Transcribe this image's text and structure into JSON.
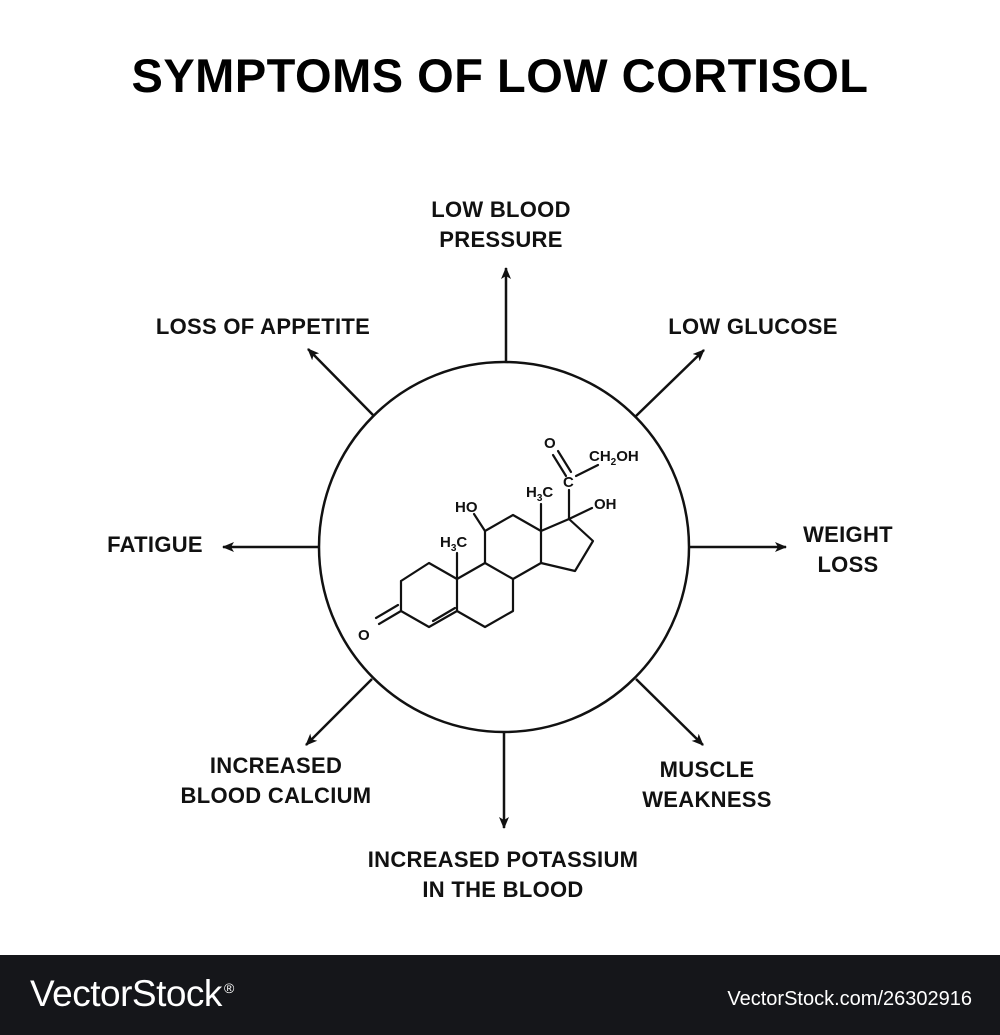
{
  "title": "SYMPTOMS OF LOW CORTISOL",
  "center_molecule": {
    "atoms": {
      "ho": "HO",
      "oh": "OH",
      "o_ketone": "O",
      "o_side": "O",
      "c": "C",
      "ch2oh_a": "CH",
      "ch2oh_sub": "2",
      "ch2oh_b": "OH",
      "h3c_a": "H",
      "h3c_sub": "3",
      "h3c_b": "C"
    }
  },
  "symptoms": {
    "top": [
      "LOW BLOOD",
      "PRESSURE"
    ],
    "top_right": [
      "LOW GLUCOSE"
    ],
    "right": [
      "WEIGHT",
      "LOSS"
    ],
    "bottom_right": [
      "MUSCLE",
      "WEAKNESS"
    ],
    "bottom": [
      "INCREASED POTASSIUM",
      "IN THE BLOOD"
    ],
    "bottom_left": [
      "INCREASED",
      "BLOOD CALCIUM"
    ],
    "left": [
      "FATIGUE"
    ],
    "top_left": [
      "LOSS OF APPETITE"
    ]
  },
  "footer": {
    "brand": "VectorStock",
    "brand_mark": "®",
    "stock_id": "VectorStock.com/26302916"
  },
  "colors": {
    "ink": "#111111",
    "footer_bg": "#15161a",
    "footer_text": "#ffffff"
  }
}
